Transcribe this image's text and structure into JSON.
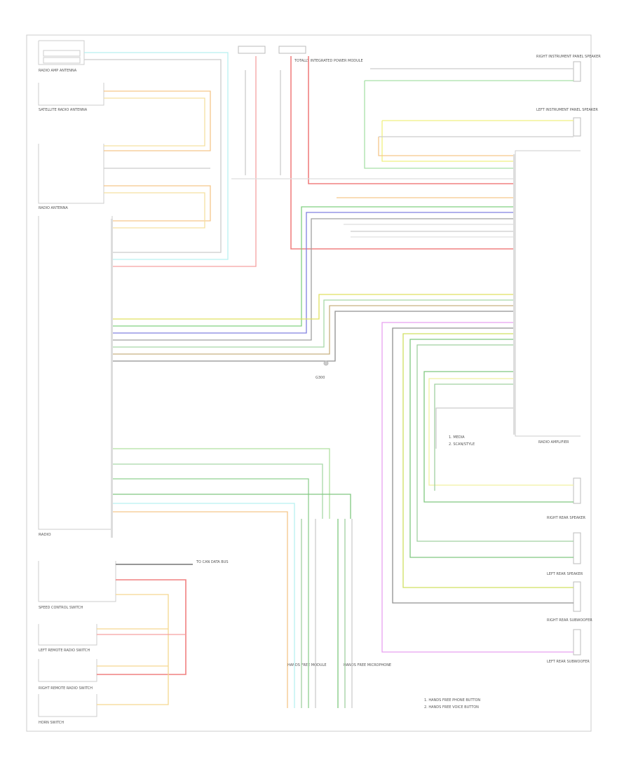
{
  "diagram": {
    "footer_code": "",
    "components": {
      "amp_top_left": "RADIO AMP ANTENNA",
      "satellite_antenna": "SATELLITE RADIO ANTENNA",
      "radio_antenna": "RADIO ANTENNA",
      "radio": "RADIO",
      "speed_control_switch": "SPEED CONTROL SWITCH",
      "left_remote_radio_switch": "LEFT REMOTE RADIO SWITCH",
      "right_remote_radio_switch": "RIGHT REMOTE RADIO SWITCH",
      "horn_switch": "HORN SWITCH",
      "right_instrument_panel_speaker": "RIGHT INSTRUMENT PANEL SPEAKER",
      "left_instrument_panel_speaker": "LEFT INSTRUMENT PANEL SPEAKER",
      "radio_amplifier": "RADIO AMPLIFIER",
      "right_rear_speaker": "RIGHT REAR SPEAKER",
      "left_rear_speaker": "LEFT REAR SPEAKER",
      "right_rear_subwoofer": "RIGHT REAR SUBWOOFER",
      "left_rear_subwoofer": "LEFT REAR SUBWOOFER",
      "hands_free_module": "HANDS FREE MODULE",
      "hands_free_microphone": "HANDS FREE MICROPHONE",
      "ground_center": "G300",
      "fuse_box": "TOTALLY INTEGRATED POWER MODULE",
      "sw_ground": "TO CAN DATA BUS"
    },
    "notes": [
      "1. HANDS FREE PHONE BUTTON",
      "2. HANDS FREE VOICE BUTTON"
    ],
    "legend_notes": [
      "1. MEDIA",
      "2. SCAN/STYLE"
    ]
  }
}
